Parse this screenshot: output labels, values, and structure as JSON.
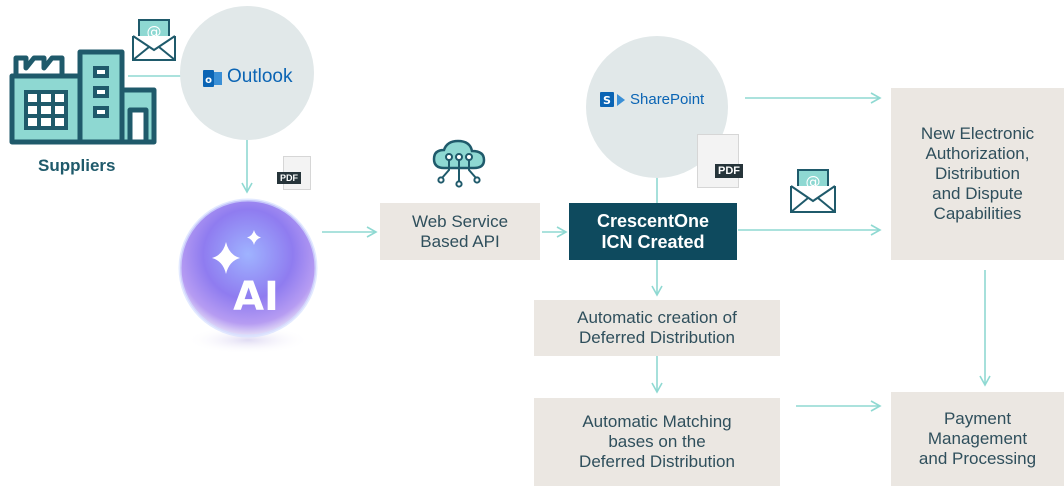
{
  "suppliers": {
    "label": "Suppliers"
  },
  "outlook": {
    "label": "Outlook"
  },
  "sharepoint": {
    "label": "SharePoint"
  },
  "ai": {
    "label": "AI"
  },
  "pdf_tag": "PDF",
  "boxes": {
    "web_service": "Web Service\nBased API",
    "icn": "CrescentOne\nICN Created",
    "deferred_creation": "Automatic creation of\nDeferred Distribution",
    "matching": "Automatic Matching\nbases on the\nDeferred Distribution",
    "capabilities": "New Electronic\nAuthorization,\nDistribution\nand Dispute\nCapabilities",
    "payment": "Payment\nManagement\nand Processing"
  },
  "colors": {
    "teal": "#0e4a5e",
    "arrow": "#8fd9d2",
    "box": "#ebe7e2",
    "circle": "#e1e8e9",
    "text": "#2f4f5c"
  }
}
